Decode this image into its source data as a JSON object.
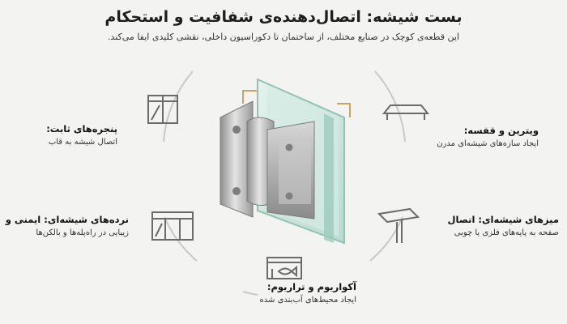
{
  "header": {
    "title": "بست شیشه: اتصال‌دهنده‌ی شفافیت و استحکام",
    "subtitle": "این قطعه‌ی کوچک در صنایع مختلف، از ساختمان تا دکوراسیون داخلی، نقشی کلیدی ایفا می‌کند."
  },
  "applications": {
    "window": {
      "title": "پنجره‌های ثابت:",
      "desc": "اتصال شیشه به قاب",
      "icon": "window-frame-icon"
    },
    "showcase": {
      "title": "ویترین و قفسه:",
      "desc": "ایجاد سازه‌های شیشه‌ای مدرن",
      "icon": "glass-shelf-icon"
    },
    "railing": {
      "title": "نرده‌های شیشه‌ای: ایمنی و",
      "desc": "زیبایی در راه‌پله‌ها و بالکن‌ها",
      "icon": "glass-railing-icon"
    },
    "table": {
      "title": "میزهای شیشه‌ای: اتصال",
      "desc": "صفحه به پایه‌های فلزی یا چوبی",
      "icon": "glass-table-icon"
    },
    "aquarium": {
      "title": "آکواریوم و تراریوم:",
      "desc": "ایجاد محیط‌های آب‌بندی شده",
      "icon": "aquarium-icon"
    }
  },
  "colors": {
    "background": "#f3f3f1",
    "icon_stroke": "#6b6b6b",
    "glass": "#bfe0d6",
    "metal": "#a8a8a8",
    "accent": "#c9a46a"
  }
}
